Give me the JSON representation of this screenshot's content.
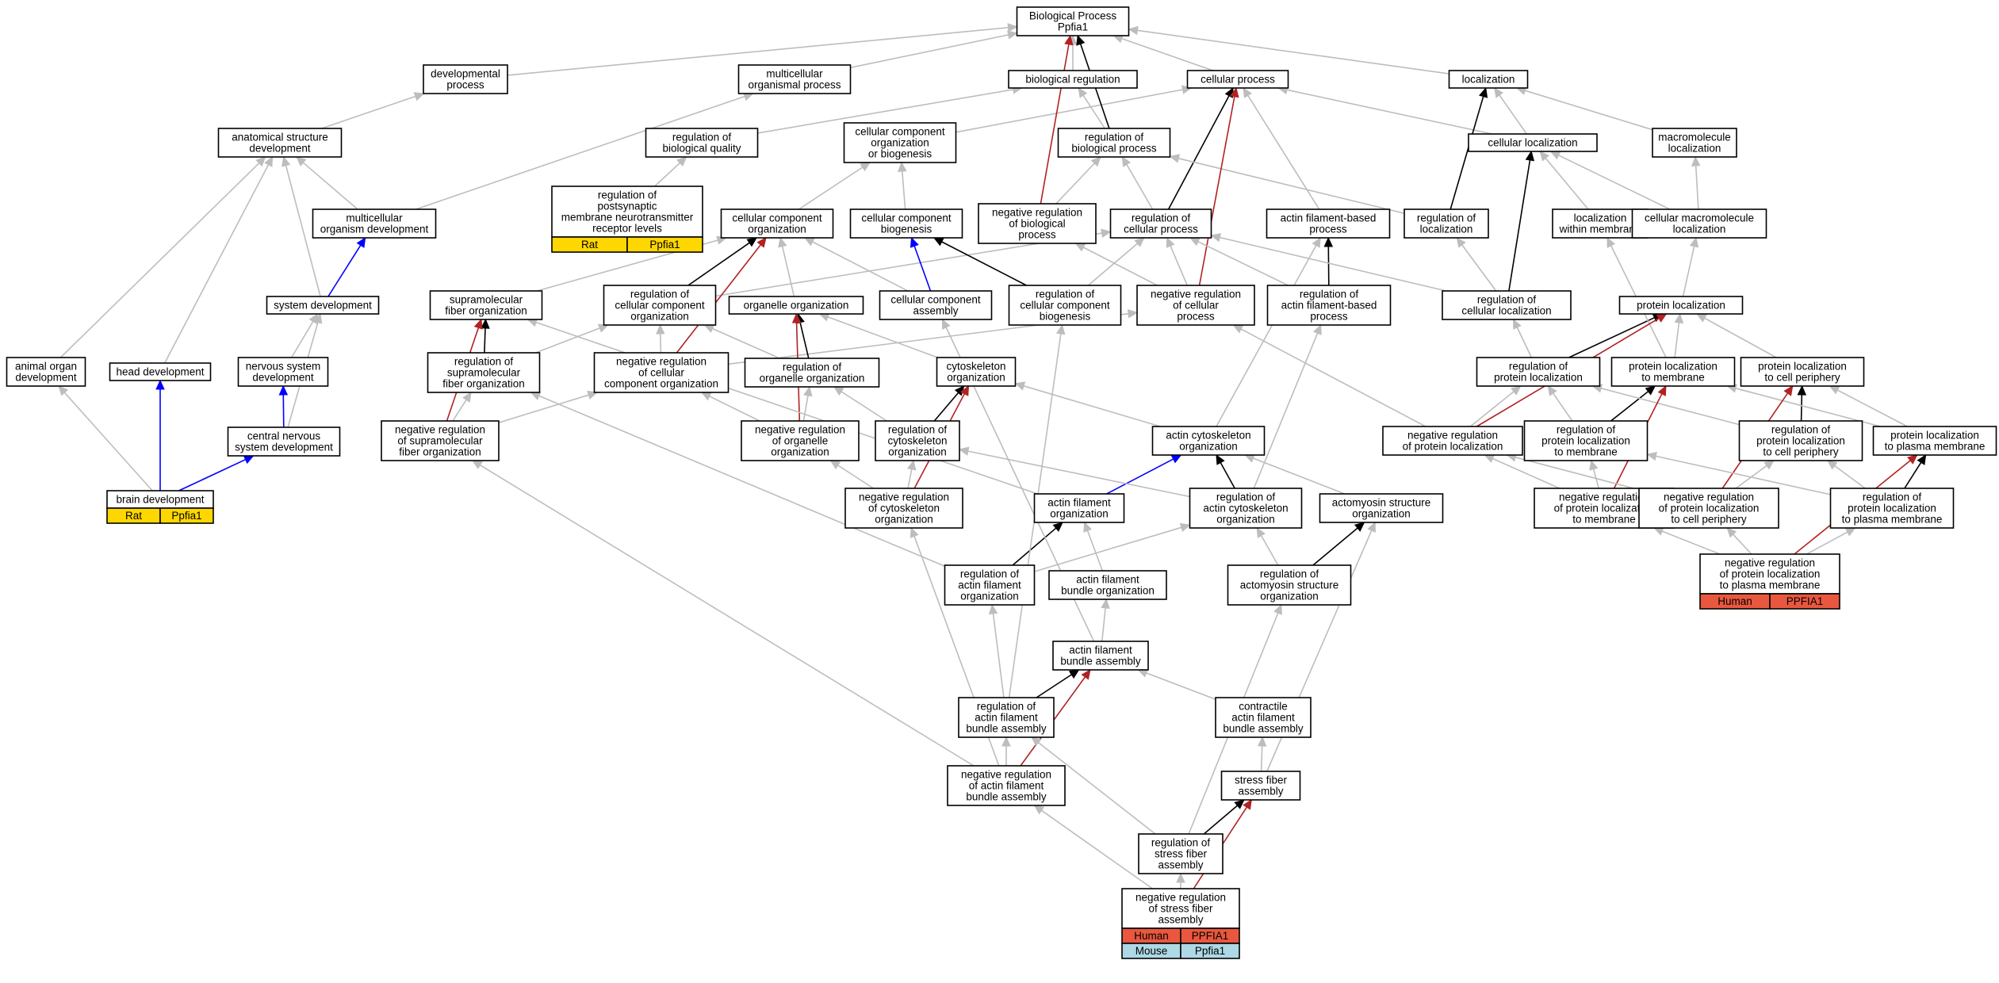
{
  "colors": {
    "gray": "#bdbdbd",
    "black": "#000000",
    "blue": "#0000ff",
    "red": "#b22222",
    "rat": "#ffd700",
    "human": "#e9573f",
    "mouse": "#add8e6"
  },
  "nodes": [
    {
      "id": "bp",
      "lines": [
        "Biological Process",
        "Ppfia1"
      ]
    },
    {
      "id": "devproc",
      "lines": [
        "developmental",
        "process"
      ]
    },
    {
      "id": "mop",
      "lines": [
        "multicellular",
        "organismal process"
      ]
    },
    {
      "id": "bioreg",
      "lines": [
        "biological regulation"
      ]
    },
    {
      "id": "cellproc",
      "lines": [
        "cellular process"
      ]
    },
    {
      "id": "loc",
      "lines": [
        "localization"
      ]
    },
    {
      "id": "asd",
      "lines": [
        "anatomical structure",
        "development"
      ]
    },
    {
      "id": "rbq",
      "lines": [
        "regulation of",
        "biological quality"
      ]
    },
    {
      "id": "ccob",
      "lines": [
        "cellular component",
        "organization",
        "or biogenesis"
      ]
    },
    {
      "id": "rbp",
      "lines": [
        "regulation of",
        "biological process"
      ]
    },
    {
      "id": "cellloc",
      "lines": [
        "cellular localization"
      ]
    },
    {
      "id": "macloc",
      "lines": [
        "macromolecule",
        "localization"
      ]
    },
    {
      "id": "rpmn",
      "lines": [
        "regulation of",
        "postsynaptic",
        "membrane neurotransmitter",
        "receptor levels"
      ],
      "tags": [
        {
          "label": "Rat",
          "color": "rat"
        },
        {
          "label": "Ppfia1",
          "color": "rat"
        }
      ]
    },
    {
      "id": "mod",
      "lines": [
        "multicellular",
        "organism development"
      ]
    },
    {
      "id": "cco",
      "lines": [
        "cellular component",
        "organization"
      ]
    },
    {
      "id": "ccb",
      "lines": [
        "cellular component",
        "biogenesis"
      ]
    },
    {
      "id": "nrbp",
      "lines": [
        "negative regulation",
        "of biological",
        "process"
      ]
    },
    {
      "id": "rcp",
      "lines": [
        "regulation of",
        "cellular process"
      ]
    },
    {
      "id": "afbp",
      "lines": [
        "actin filament-based",
        "process"
      ]
    },
    {
      "id": "rloc",
      "lines": [
        "regulation of",
        "localization"
      ]
    },
    {
      "id": "lwm",
      "lines": [
        "localization",
        "within membrane"
      ]
    },
    {
      "id": "cml",
      "lines": [
        "cellular macromolecule",
        "localization"
      ]
    },
    {
      "id": "sysdev",
      "lines": [
        "system development"
      ]
    },
    {
      "id": "sfo",
      "lines": [
        "supramolecular",
        "fiber organization"
      ]
    },
    {
      "id": "rcco",
      "lines": [
        "regulation of",
        "cellular component",
        "organization"
      ]
    },
    {
      "id": "oo",
      "lines": [
        "organelle organization"
      ]
    },
    {
      "id": "cca",
      "lines": [
        "cellular component",
        "assembly"
      ]
    },
    {
      "id": "rccb",
      "lines": [
        "regulation of",
        "cellular component",
        "biogenesis"
      ]
    },
    {
      "id": "nrcp",
      "lines": [
        "negative regulation",
        "of cellular",
        "process"
      ]
    },
    {
      "id": "rafbp",
      "lines": [
        "regulation of",
        "actin filament-based",
        "process"
      ]
    },
    {
      "id": "rcl",
      "lines": [
        "regulation of",
        "cellular localization"
      ]
    },
    {
      "id": "pl",
      "lines": [
        "protein localization"
      ]
    },
    {
      "id": "aod",
      "lines": [
        "animal organ",
        "development"
      ]
    },
    {
      "id": "hd",
      "lines": [
        "head development"
      ]
    },
    {
      "id": "nsd",
      "lines": [
        "nervous system",
        "development"
      ]
    },
    {
      "id": "rsfo",
      "lines": [
        "regulation of",
        "supramolecular",
        "fiber organization"
      ]
    },
    {
      "id": "nrcco",
      "lines": [
        "negative regulation",
        "of cellular",
        "component organization"
      ]
    },
    {
      "id": "roo",
      "lines": [
        "regulation of",
        "organelle organization"
      ]
    },
    {
      "id": "co",
      "lines": [
        "cytoskeleton",
        "organization"
      ]
    },
    {
      "id": "rpl",
      "lines": [
        "regulation of",
        "protein localization"
      ]
    },
    {
      "id": "pltm",
      "lines": [
        "protein localization",
        "to membrane"
      ]
    },
    {
      "id": "pltcp",
      "lines": [
        "protein localization",
        "to cell periphery"
      ]
    },
    {
      "id": "cnsd",
      "lines": [
        "central nervous",
        "system development"
      ]
    },
    {
      "id": "nrsfo",
      "lines": [
        "negative regulation",
        "of supramolecular",
        "fiber organization"
      ]
    },
    {
      "id": "nroo",
      "lines": [
        "negative regulation",
        "of organelle",
        "organization"
      ]
    },
    {
      "id": "rco",
      "lines": [
        "regulation of",
        "cytoskeleton",
        "organization"
      ]
    },
    {
      "id": "aco",
      "lines": [
        "actin cytoskeleton",
        "organization"
      ]
    },
    {
      "id": "nrpl",
      "lines": [
        "negative regulation",
        "of protein localization"
      ]
    },
    {
      "id": "rpltm",
      "lines": [
        "regulation of",
        "protein localization",
        "to membrane"
      ]
    },
    {
      "id": "rpltcp",
      "lines": [
        "regulation of",
        "protein localization",
        "to cell periphery"
      ]
    },
    {
      "id": "pltpm",
      "lines": [
        "protein localization",
        "to plasma membrane"
      ]
    },
    {
      "id": "bd",
      "lines": [
        "brain development"
      ],
      "tags": [
        {
          "label": "Rat",
          "color": "rat"
        },
        {
          "label": "Ppfia1",
          "color": "rat"
        }
      ]
    },
    {
      "id": "nrco",
      "lines": [
        "negative regulation",
        "of cytoskeleton",
        "organization"
      ]
    },
    {
      "id": "afo",
      "lines": [
        "actin filament",
        "organization"
      ]
    },
    {
      "id": "raco",
      "lines": [
        "regulation of",
        "actin cytoskeleton",
        "organization"
      ]
    },
    {
      "id": "aso",
      "lines": [
        "actomyosin structure",
        "organization"
      ]
    },
    {
      "id": "nrpltm",
      "lines": [
        "negative regulation",
        "of protein localization",
        "to membrane"
      ]
    },
    {
      "id": "nrpltcp",
      "lines": [
        "negative regulation",
        "of protein localization",
        "to cell periphery"
      ]
    },
    {
      "id": "rpltpm",
      "lines": [
        "regulation of",
        "protein localization",
        "to plasma membrane"
      ]
    },
    {
      "id": "rafo",
      "lines": [
        "regulation of",
        "actin filament",
        "organization"
      ]
    },
    {
      "id": "afbo",
      "lines": [
        "actin filament",
        "bundle organization"
      ]
    },
    {
      "id": "raso",
      "lines": [
        "regulation of",
        "actomyosin structure",
        "organization"
      ]
    },
    {
      "id": "nrpltpm",
      "lines": [
        "negative regulation",
        "of protein localization",
        "to plasma membrane"
      ],
      "tags": [
        {
          "label": "Human",
          "color": "human"
        },
        {
          "label": "PPFIA1",
          "color": "human"
        }
      ]
    },
    {
      "id": "afba",
      "lines": [
        "actin filament",
        "bundle assembly"
      ]
    },
    {
      "id": "rafba",
      "lines": [
        "regulation of",
        "actin filament",
        "bundle assembly"
      ]
    },
    {
      "id": "cafba",
      "lines": [
        "contractile",
        "actin filament",
        "bundle assembly"
      ]
    },
    {
      "id": "nrafba",
      "lines": [
        "negative regulation",
        "of actin filament",
        "bundle assembly"
      ]
    },
    {
      "id": "sfa",
      "lines": [
        "stress fiber",
        "assembly"
      ]
    },
    {
      "id": "rsfa",
      "lines": [
        "regulation of",
        "stress fiber",
        "assembly"
      ]
    },
    {
      "id": "nrsfa",
      "lines": [
        "negative regulation",
        "of stress fiber",
        "assembly"
      ],
      "tags": [
        {
          "label": "Human",
          "color": "human"
        },
        {
          "label": "PPFIA1",
          "color": "human"
        },
        {
          "label": "Mouse",
          "color": "mouse"
        },
        {
          "label": "Ppfia1",
          "color": "mouse"
        }
      ]
    }
  ],
  "edges": [
    {
      "from": "devproc",
      "to": "bp",
      "color": "gray"
    },
    {
      "from": "mop",
      "to": "bp",
      "color": "gray"
    },
    {
      "from": "bioreg",
      "to": "bp",
      "color": "gray"
    },
    {
      "from": "cellproc",
      "to": "bp",
      "color": "gray"
    },
    {
      "from": "loc",
      "to": "bp",
      "color": "gray"
    },
    {
      "from": "asd",
      "to": "devproc",
      "color": "gray"
    },
    {
      "from": "rbq",
      "to": "bioreg",
      "color": "gray"
    },
    {
      "from": "ccob",
      "to": "cellproc",
      "color": "gray"
    },
    {
      "from": "rbp",
      "to": "bioreg",
      "color": "gray"
    },
    {
      "from": "rbp",
      "to": "bp",
      "color": "black"
    },
    {
      "from": "cellloc",
      "to": "cellproc",
      "color": "gray"
    },
    {
      "from": "cellloc",
      "to": "loc",
      "color": "gray"
    },
    {
      "from": "macloc",
      "to": "loc",
      "color": "gray"
    },
    {
      "from": "rpmn",
      "to": "rbq",
      "color": "gray"
    },
    {
      "from": "mod",
      "to": "asd",
      "color": "gray"
    },
    {
      "from": "mod",
      "to": "mop",
      "color": "gray"
    },
    {
      "from": "cco",
      "to": "ccob",
      "color": "gray"
    },
    {
      "from": "ccb",
      "to": "ccob",
      "color": "gray"
    },
    {
      "from": "nrbp",
      "to": "rbp",
      "color": "gray"
    },
    {
      "from": "nrbp",
      "to": "bp",
      "color": "red"
    },
    {
      "from": "rcp",
      "to": "rbp",
      "color": "gray"
    },
    {
      "from": "rcp",
      "to": "cellproc",
      "color": "black"
    },
    {
      "from": "afbp",
      "to": "cellproc",
      "color": "gray"
    },
    {
      "from": "rloc",
      "to": "rbp",
      "color": "gray"
    },
    {
      "from": "rloc",
      "to": "loc",
      "color": "black"
    },
    {
      "from": "lwm",
      "to": "cellloc",
      "color": "gray"
    },
    {
      "from": "cml",
      "to": "cellloc",
      "color": "gray"
    },
    {
      "from": "cml",
      "to": "macloc",
      "color": "gray"
    },
    {
      "from": "sysdev",
      "to": "asd",
      "color": "gray"
    },
    {
      "from": "sysdev",
      "to": "mod",
      "color": "blue"
    },
    {
      "from": "sfo",
      "to": "cco",
      "color": "gray"
    },
    {
      "from": "rcco",
      "to": "cco",
      "color": "black"
    },
    {
      "from": "rcco",
      "to": "rcp",
      "color": "gray"
    },
    {
      "from": "oo",
      "to": "cco",
      "color": "gray"
    },
    {
      "from": "cca",
      "to": "cco",
      "color": "gray"
    },
    {
      "from": "cca",
      "to": "ccb",
      "color": "blue"
    },
    {
      "from": "rccb",
      "to": "ccb",
      "color": "black"
    },
    {
      "from": "rccb",
      "to": "rcp",
      "color": "gray"
    },
    {
      "from": "nrcp",
      "to": "rcp",
      "color": "gray"
    },
    {
      "from": "nrcp",
      "to": "nrbp",
      "color": "gray"
    },
    {
      "from": "nrcp",
      "to": "cellproc",
      "color": "red"
    },
    {
      "from": "rafbp",
      "to": "afbp",
      "color": "black"
    },
    {
      "from": "rafbp",
      "to": "rcp",
      "color": "gray"
    },
    {
      "from": "rcl",
      "to": "rloc",
      "color": "gray"
    },
    {
      "from": "rcl",
      "to": "rcp",
      "color": "gray"
    },
    {
      "from": "rcl",
      "to": "cellloc",
      "color": "black"
    },
    {
      "from": "pl",
      "to": "cml",
      "color": "gray"
    },
    {
      "from": "aod",
      "to": "asd",
      "color": "gray"
    },
    {
      "from": "hd",
      "to": "asd",
      "color": "gray"
    },
    {
      "from": "nsd",
      "to": "sysdev",
      "color": "gray"
    },
    {
      "from": "rsfo",
      "to": "sfo",
      "color": "black"
    },
    {
      "from": "rsfo",
      "to": "rcco",
      "color": "gray"
    },
    {
      "from": "nrcco",
      "to": "rcco",
      "color": "gray"
    },
    {
      "from": "nrcco",
      "to": "cco",
      "color": "red"
    },
    {
      "from": "nrcco",
      "to": "nrcp",
      "color": "gray"
    },
    {
      "from": "roo",
      "to": "oo",
      "color": "black"
    },
    {
      "from": "roo",
      "to": "rcco",
      "color": "gray"
    },
    {
      "from": "co",
      "to": "oo",
      "color": "gray"
    },
    {
      "from": "rpl",
      "to": "pl",
      "color": "black"
    },
    {
      "from": "rpl",
      "to": "rcl",
      "color": "gray"
    },
    {
      "from": "pltm",
      "to": "pl",
      "color": "gray"
    },
    {
      "from": "pltm",
      "to": "lwm",
      "color": "gray"
    },
    {
      "from": "pltcp",
      "to": "pl",
      "color": "gray"
    },
    {
      "from": "cnsd",
      "to": "nsd",
      "color": "blue"
    },
    {
      "from": "cnsd",
      "to": "sysdev",
      "color": "gray"
    },
    {
      "from": "nrsfo",
      "to": "rsfo",
      "color": "gray"
    },
    {
      "from": "nrsfo",
      "to": "sfo",
      "color": "red"
    },
    {
      "from": "nrsfo",
      "to": "nrcco",
      "color": "gray"
    },
    {
      "from": "nroo",
      "to": "roo",
      "color": "gray"
    },
    {
      "from": "nroo",
      "to": "oo",
      "color": "red"
    },
    {
      "from": "nroo",
      "to": "nrcco",
      "color": "gray"
    },
    {
      "from": "rco",
      "to": "co",
      "color": "black"
    },
    {
      "from": "rco",
      "to": "roo",
      "color": "gray"
    },
    {
      "from": "aco",
      "to": "co",
      "color": "gray"
    },
    {
      "from": "aco",
      "to": "afbp",
      "color": "gray"
    },
    {
      "from": "nrpl",
      "to": "rpl",
      "color": "gray"
    },
    {
      "from": "nrpl",
      "to": "pl",
      "color": "red"
    },
    {
      "from": "nrpl",
      "to": "nrcp",
      "color": "gray"
    },
    {
      "from": "rpltm",
      "to": "pltm",
      "color": "black"
    },
    {
      "from": "rpltm",
      "to": "rpl",
      "color": "gray"
    },
    {
      "from": "rpltcp",
      "to": "pltcp",
      "color": "black"
    },
    {
      "from": "rpltcp",
      "to": "rpl",
      "color": "gray"
    },
    {
      "from": "pltpm",
      "to": "pltm",
      "color": "gray"
    },
    {
      "from": "pltpm",
      "to": "pltcp",
      "color": "gray"
    },
    {
      "from": "bd",
      "to": "hd",
      "color": "blue"
    },
    {
      "from": "bd",
      "to": "aod",
      "color": "gray"
    },
    {
      "from": "bd",
      "to": "cnsd",
      "color": "blue"
    },
    {
      "from": "nrco",
      "to": "rco",
      "color": "gray"
    },
    {
      "from": "nrco",
      "to": "co",
      "color": "red"
    },
    {
      "from": "nrco",
      "to": "nroo",
      "color": "gray"
    },
    {
      "from": "afo",
      "to": "aco",
      "color": "blue"
    },
    {
      "from": "afo",
      "to": "sfo",
      "color": "gray"
    },
    {
      "from": "raco",
      "to": "aco",
      "color": "black"
    },
    {
      "from": "raco",
      "to": "rco",
      "color": "gray"
    },
    {
      "from": "raco",
      "to": "rafbp",
      "color": "gray"
    },
    {
      "from": "aso",
      "to": "aco",
      "color": "gray"
    },
    {
      "from": "nrpltm",
      "to": "rpltm",
      "color": "gray"
    },
    {
      "from": "nrpltm",
      "to": "pltm",
      "color": "red"
    },
    {
      "from": "nrpltm",
      "to": "nrpl",
      "color": "gray"
    },
    {
      "from": "nrpltcp",
      "to": "rpltcp",
      "color": "gray"
    },
    {
      "from": "nrpltcp",
      "to": "pltcp",
      "color": "red"
    },
    {
      "from": "nrpltcp",
      "to": "nrpl",
      "color": "gray"
    },
    {
      "from": "rpltpm",
      "to": "pltpm",
      "color": "black"
    },
    {
      "from": "rpltpm",
      "to": "rpltm",
      "color": "gray"
    },
    {
      "from": "rpltpm",
      "to": "rpltcp",
      "color": "gray"
    },
    {
      "from": "rafo",
      "to": "afo",
      "color": "black"
    },
    {
      "from": "rafo",
      "to": "raco",
      "color": "gray"
    },
    {
      "from": "rafo",
      "to": "rsfo",
      "color": "gray"
    },
    {
      "from": "afbo",
      "to": "afo",
      "color": "gray"
    },
    {
      "from": "raso",
      "to": "aso",
      "color": "black"
    },
    {
      "from": "raso",
      "to": "raco",
      "color": "gray"
    },
    {
      "from": "nrpltpm",
      "to": "rpltpm",
      "color": "gray"
    },
    {
      "from": "nrpltpm",
      "to": "pltpm",
      "color": "red"
    },
    {
      "from": "nrpltpm",
      "to": "nrpltm",
      "color": "gray"
    },
    {
      "from": "nrpltpm",
      "to": "nrpltcp",
      "color": "gray"
    },
    {
      "from": "afba",
      "to": "afbo",
      "color": "gray"
    },
    {
      "from": "afba",
      "to": "cca",
      "color": "gray"
    },
    {
      "from": "rafba",
      "to": "afba",
      "color": "black"
    },
    {
      "from": "rafba",
      "to": "rafo",
      "color": "gray"
    },
    {
      "from": "rafba",
      "to": "rccb",
      "color": "gray"
    },
    {
      "from": "cafba",
      "to": "afba",
      "color": "gray"
    },
    {
      "from": "nrafba",
      "to": "rafba",
      "color": "gray"
    },
    {
      "from": "nrafba",
      "to": "afba",
      "color": "red"
    },
    {
      "from": "nrafba",
      "to": "nrco",
      "color": "gray"
    },
    {
      "from": "nrafba",
      "to": "nrsfo",
      "color": "gray"
    },
    {
      "from": "sfa",
      "to": "cafba",
      "color": "gray"
    },
    {
      "from": "sfa",
      "to": "aso",
      "color": "gray"
    },
    {
      "from": "rsfa",
      "to": "sfa",
      "color": "black"
    },
    {
      "from": "rsfa",
      "to": "rafba",
      "color": "gray"
    },
    {
      "from": "rsfa",
      "to": "raso",
      "color": "gray"
    },
    {
      "from": "nrsfa",
      "to": "rsfa",
      "color": "gray"
    },
    {
      "from": "nrsfa",
      "to": "sfa",
      "color": "red"
    },
    {
      "from": "nrsfa",
      "to": "nrafba",
      "color": "gray"
    }
  ]
}
